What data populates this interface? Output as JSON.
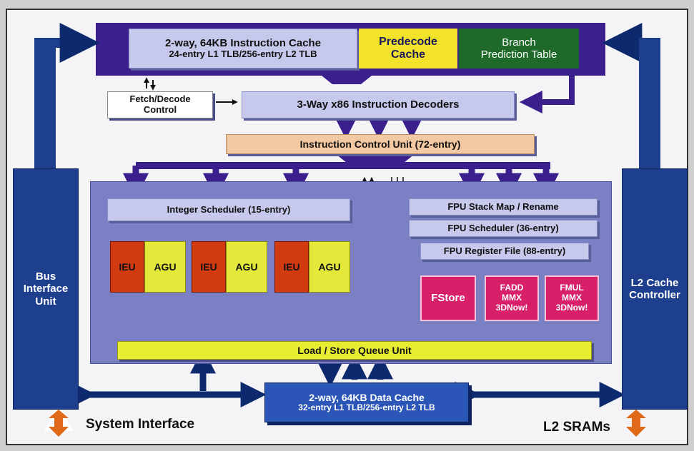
{
  "instruction_cache": {
    "line1": "2-way, 64KB Instruction Cache",
    "line2": "24-entry L1 TLB/256-entry L2 TLB"
  },
  "predecode_cache": {
    "line1": "Predecode",
    "line2": "Cache"
  },
  "branch_table": {
    "line1": "Branch",
    "line2": "Prediction Table"
  },
  "fetch_decode": {
    "line1": "Fetch/Decode",
    "line2": "Control"
  },
  "decoders": "3-Way x86 Instruction Decoders",
  "icu": "Instruction Control Unit (72-entry)",
  "int_scheduler": "Integer Scheduler (15-entry)",
  "exec_units": [
    "IEU",
    "AGU",
    "IEU",
    "AGU",
    "IEU",
    "AGU"
  ],
  "fpu_stack": "FPU Stack Map / Rename",
  "fpu_scheduler": "FPU Scheduler (36-entry)",
  "fpu_regfile": "FPU Register File (88-entry)",
  "fstore": "FStore",
  "fadd": {
    "line1": "FADD",
    "line2": "MMX",
    "line3": "3DNow!"
  },
  "fmul": {
    "line1": "FMUL",
    "line2": "MMX",
    "line3": "3DNow!"
  },
  "lsq": "Load / Store Queue Unit",
  "data_cache": {
    "line1": "2-way, 64KB Data Cache",
    "line2": "32-entry L1 TLB/256-entry L2 TLB"
  },
  "bus_unit": {
    "line1": "Bus",
    "line2": "Interface",
    "line3": "Unit"
  },
  "l2_controller": {
    "line1": "L2 Cache",
    "line2": "Controller"
  },
  "system_interface": "System Interface",
  "l2_srams": "L2 SRAMs",
  "colors": {
    "frame": "#3b1f8c",
    "lavender": "#c6c9ec",
    "blue_column": "#1e3f8e",
    "ieu": "#d23b10",
    "agu": "#e3e83a",
    "predecode": "#f2e22a",
    "branch": "#1f6a2a",
    "fpu_units": "#d8206a",
    "lsq": "#e6ec30",
    "icu": "#f3c9a3",
    "io_arrow": "#e06a1a"
  }
}
